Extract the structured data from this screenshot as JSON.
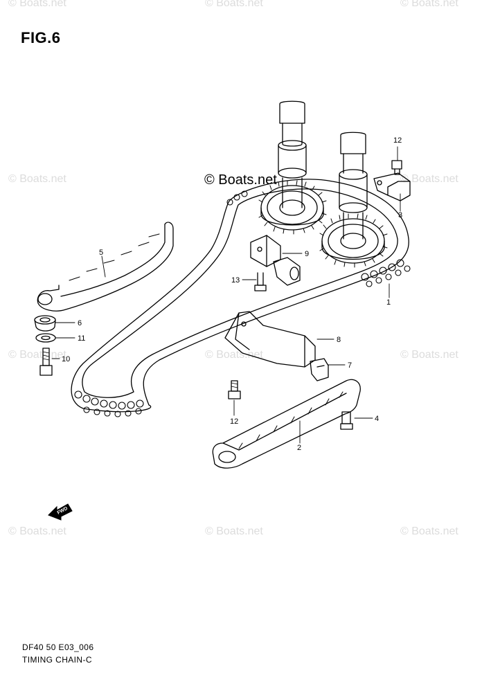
{
  "figure": {
    "title": "FIG.6",
    "drawing_code": "DF40 50 E03_006",
    "caption": "TIMING CHAIN-C"
  },
  "watermark": {
    "text": "© Boats.net",
    "center_text": "© Boats.net"
  },
  "callouts": {
    "c1": "1",
    "c2": "2",
    "c3": "3",
    "c4": "4",
    "c5": "5",
    "c6": "6",
    "c7": "7",
    "c8": "8",
    "c9": "9",
    "c10": "10",
    "c11": "11",
    "c12_top": "12",
    "c12_bottom": "12",
    "c13": "13"
  },
  "fwd_label": "FWD"
}
